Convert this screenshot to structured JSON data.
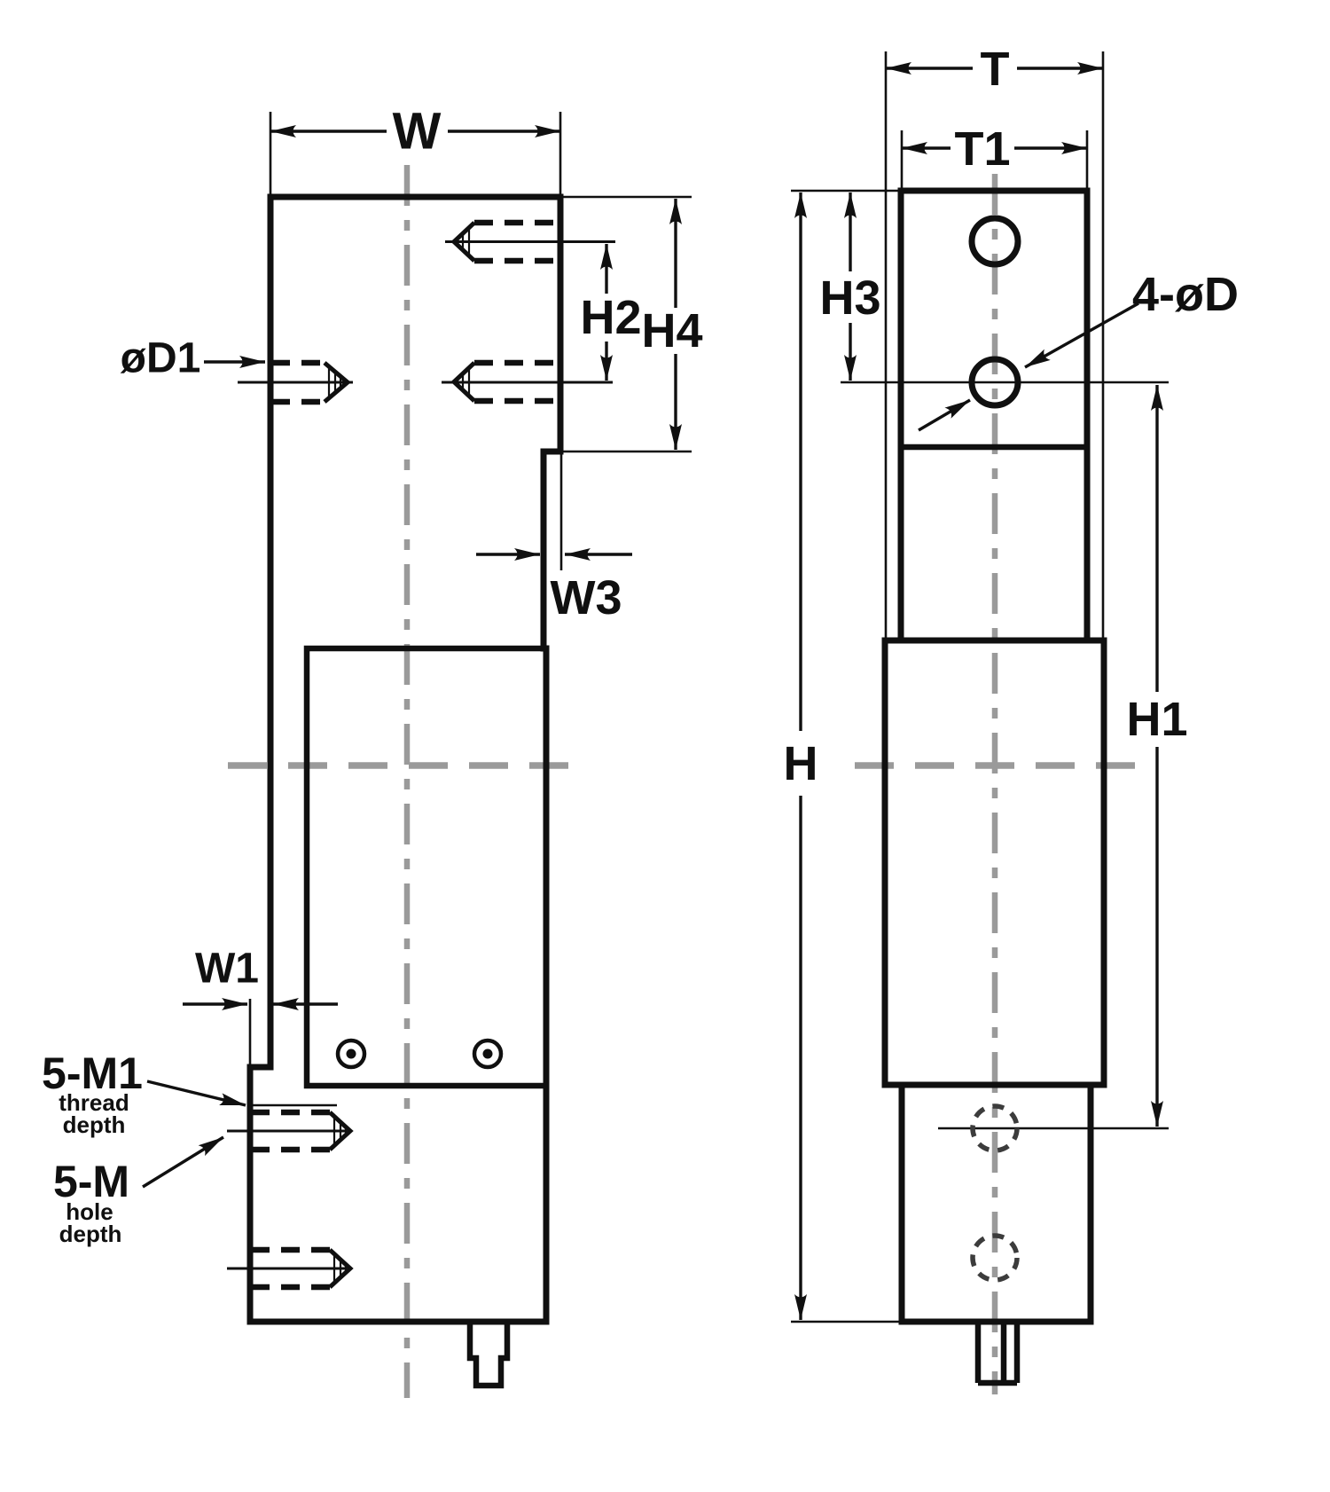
{
  "drawing": {
    "type": "engineering-drawing",
    "subject": "single-point load cell, two orthographic views with dimension callouts"
  },
  "colors": {
    "ink": "#101010",
    "centerline": "#9a9a9a",
    "hidden_detail": "#3c3c3c",
    "background": "#ffffff"
  },
  "labels": {
    "front": {
      "w": "W",
      "h2": "H2",
      "h4": "H4",
      "w3": "W3",
      "w1": "W1",
      "d1": "øD1",
      "m1": "5-M1",
      "m1_note1": "thread",
      "m1_note2": "depth",
      "m": "5-M",
      "m_note1": "hole",
      "m_note2": "depth"
    },
    "side": {
      "t": "T",
      "t1": "T1",
      "h3": "H3",
      "h": "H",
      "h1": "H1",
      "d4": "4-øD"
    }
  }
}
